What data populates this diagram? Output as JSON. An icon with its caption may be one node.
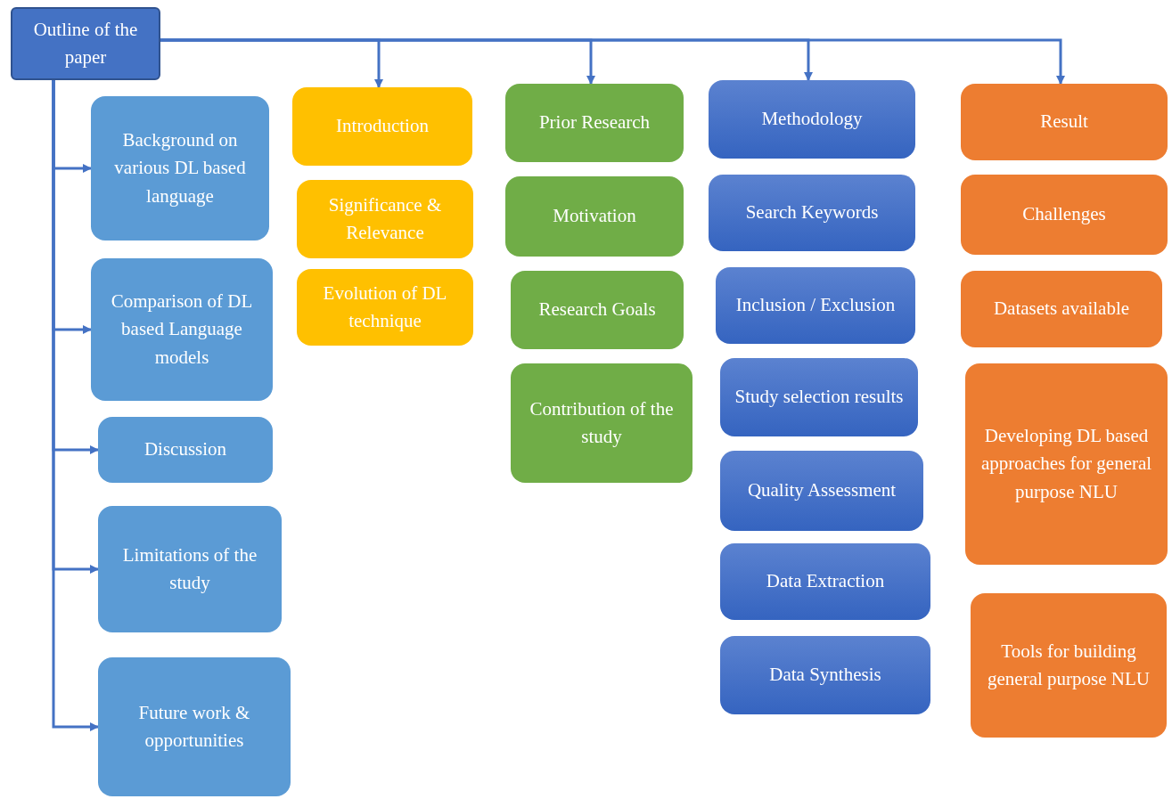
{
  "diagram": {
    "nodes": [
      {
        "text": [
          "Outline of the paper"
        ]
      },
      {
        "text": [
          "Background on various DL based language"
        ]
      },
      {
        "text": [
          "Comparison of  DL based Language models"
        ]
      },
      {
        "text": [
          "Discussion"
        ]
      },
      {
        "text": [
          "Limitations of the study"
        ]
      },
      {
        "text": [
          "Future work & opportunities"
        ]
      },
      {
        "text": [
          "Introduction"
        ]
      },
      {
        "text": [
          "Significance & Relevance"
        ]
      },
      {
        "text": [
          "Evolution of DL technique"
        ]
      },
      {
        "text": [
          "Prior Research"
        ]
      },
      {
        "text": [
          "Motivation"
        ]
      },
      {
        "text": [
          "Research Goals"
        ]
      },
      {
        "text": [
          "Contribution of the study"
        ]
      },
      {
        "text": [
          "Methodology"
        ]
      },
      {
        "text": [
          "Search Keywords"
        ]
      },
      {
        "text": [
          "Inclusion / Exclusion"
        ]
      },
      {
        "text": [
          "Study selection results"
        ]
      },
      {
        "text": [
          "Quality Assessment"
        ]
      },
      {
        "text": [
          "Data Extraction"
        ]
      },
      {
        "text": [
          "Data Synthesis"
        ]
      },
      {
        "text": [
          "Result"
        ]
      },
      {
        "text": [
          "Challenges"
        ]
      },
      {
        "text": [
          "Datasets available"
        ]
      },
      {
        "text": [
          "Developing DL based approaches for general purpose NLU"
        ]
      },
      {
        "text": [
          "Tools for building general purpose NLU"
        ]
      }
    ],
    "edges": [
      {
        "from": 0,
        "to": 1,
        "arrow": "to"
      },
      {
        "from": 0,
        "to": 2,
        "arrow": "to"
      },
      {
        "from": 0,
        "to": 3,
        "arrow": "to"
      },
      {
        "from": 0,
        "to": 4,
        "arrow": "to"
      },
      {
        "from": 0,
        "to": 5,
        "arrow": "to"
      },
      {
        "from": 0,
        "to": 6,
        "arrow": "to"
      },
      {
        "from": 0,
        "to": 9,
        "arrow": "to"
      },
      {
        "from": 0,
        "to": 13,
        "arrow": "to"
      },
      {
        "from": 0,
        "to": 20,
        "arrow": "to"
      }
    ]
  }
}
